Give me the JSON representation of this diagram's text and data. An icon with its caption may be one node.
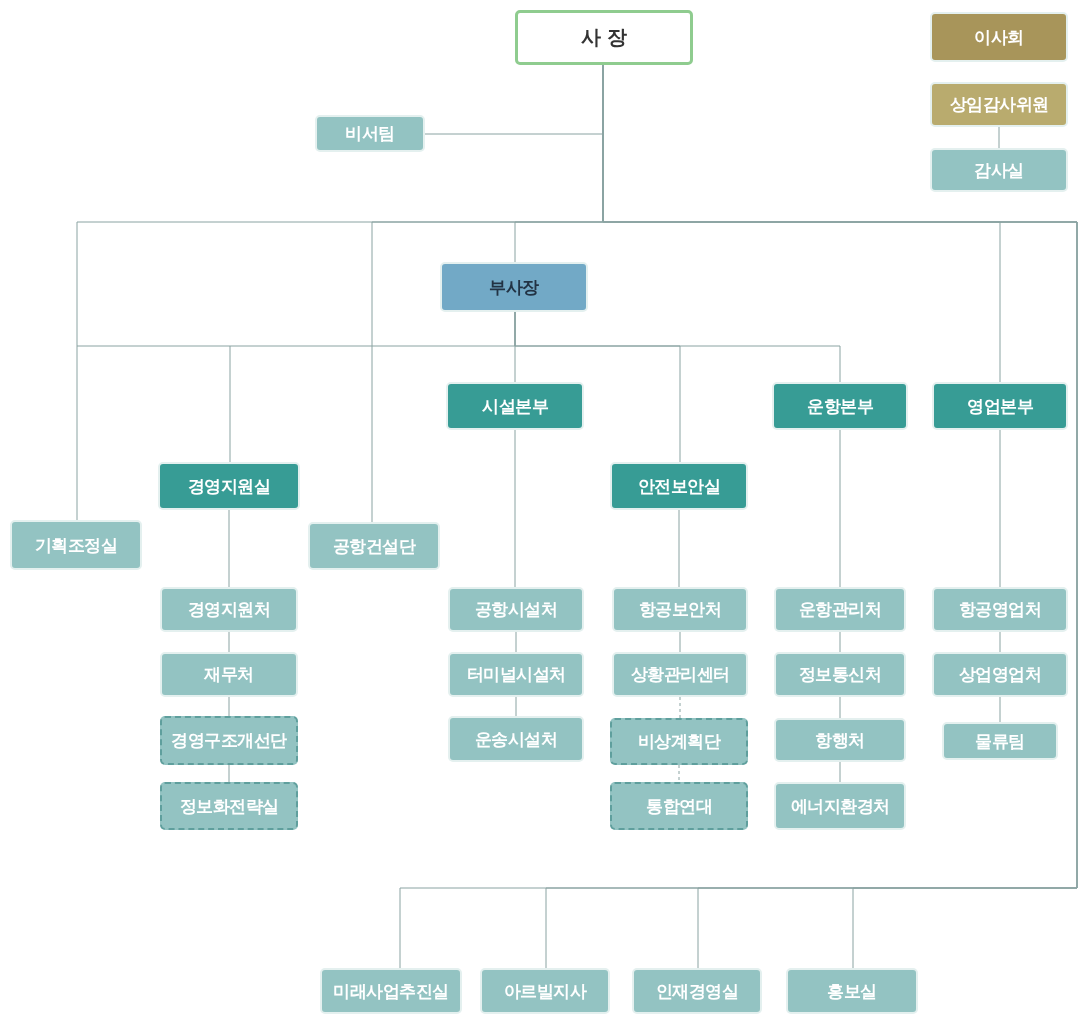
{
  "diagram": {
    "nodes": [
      {
        "text": [
          "사 장"
        ]
      },
      {
        "text": [
          "이사회"
        ]
      },
      {
        "text": [
          "상임감사위원"
        ]
      },
      {
        "text": [
          "감사실"
        ]
      },
      {
        "text": [
          "비서팀"
        ]
      },
      {
        "text": [
          "부사장"
        ]
      },
      {
        "text": [
          "기획조정실"
        ]
      },
      {
        "text": [
          "경영지원실"
        ]
      },
      {
        "text": [
          "공항건설단"
        ]
      },
      {
        "text": [
          "시설본부"
        ]
      },
      {
        "text": [
          "안전보안실"
        ]
      },
      {
        "text": [
          "운항본부"
        ]
      },
      {
        "text": [
          "영업본부"
        ]
      },
      {
        "text": [
          "경영지원처"
        ]
      },
      {
        "text": [
          "재무처"
        ]
      },
      {
        "text": [
          "경영구조개선단"
        ]
      },
      {
        "text": [
          "정보화전략실"
        ]
      },
      {
        "text": [
          "공항시설처"
        ]
      },
      {
        "text": [
          "터미널시설처"
        ]
      },
      {
        "text": [
          "운송시설처"
        ]
      },
      {
        "text": [
          "항공보안처"
        ]
      },
      {
        "text": [
          "상황관리센터"
        ]
      },
      {
        "text": [
          "비상계획단"
        ]
      },
      {
        "text": [
          "통합연대"
        ]
      },
      {
        "text": [
          "운항관리처"
        ]
      },
      {
        "text": [
          "정보통신처"
        ]
      },
      {
        "text": [
          "항행처"
        ]
      },
      {
        "text": [
          "에너지환경처"
        ]
      },
      {
        "text": [
          "항공영업처"
        ]
      },
      {
        "text": [
          "상업영업처"
        ]
      },
      {
        "text": [
          "물류팀"
        ]
      },
      {
        "text": [
          "미래사업추진실"
        ]
      },
      {
        "text": [
          "아르빌지사"
        ]
      },
      {
        "text": [
          "인재경영실"
        ]
      },
      {
        "text": [
          "홍보실"
        ]
      }
    ],
    "edges": [
      {
        "from": 0,
        "to": 4,
        "arrow": "none"
      },
      {
        "from": 0,
        "to": 6,
        "arrow": "none"
      },
      {
        "from": 0,
        "to": 8,
        "arrow": "none"
      },
      {
        "from": 0,
        "to": 5,
        "arrow": "none"
      },
      {
        "from": 0,
        "to": 12,
        "arrow": "none"
      },
      {
        "from": 5,
        "to": 7,
        "arrow": "none"
      },
      {
        "from": 5,
        "to": 9,
        "arrow": "none"
      },
      {
        "from": 5,
        "to": 10,
        "arrow": "none"
      },
      {
        "from": 5,
        "to": 11,
        "arrow": "none"
      },
      {
        "from": 0,
        "to": 31,
        "arrow": "none"
      },
      {
        "from": 0,
        "to": 32,
        "arrow": "none"
      },
      {
        "from": 0,
        "to": 33,
        "arrow": "none"
      },
      {
        "from": 0,
        "to": 34,
        "arrow": "none"
      },
      {
        "from": 2,
        "to": 3,
        "arrow": "none"
      },
      {
        "from": 7,
        "to": 13,
        "arrow": "none"
      },
      {
        "from": 13,
        "to": 14,
        "arrow": "none"
      },
      {
        "from": 14,
        "to": 15,
        "arrow": "none"
      },
      {
        "from": 15,
        "to": 16,
        "arrow": "none"
      },
      {
        "from": 9,
        "to": 17,
        "arrow": "none"
      },
      {
        "from": 17,
        "to": 18,
        "arrow": "none"
      },
      {
        "from": 18,
        "to": 19,
        "arrow": "none"
      },
      {
        "from": 10,
        "to": 20,
        "arrow": "none"
      },
      {
        "from": 20,
        "to": 21,
        "arrow": "none"
      },
      {
        "from": 21,
        "to": 22,
        "arrow": "none",
        "style": "dashed"
      },
      {
        "from": 22,
        "to": 23,
        "arrow": "none",
        "style": "dashed"
      },
      {
        "from": 11,
        "to": 24,
        "arrow": "none"
      },
      {
        "from": 24,
        "to": 25,
        "arrow": "none"
      },
      {
        "from": 25,
        "to": 26,
        "arrow": "none"
      },
      {
        "from": 26,
        "to": 27,
        "arrow": "none"
      },
      {
        "from": 12,
        "to": 28,
        "arrow": "none"
      },
      {
        "from": 28,
        "to": 29,
        "arrow": "none"
      },
      {
        "from": 29,
        "to": 30,
        "arrow": "none"
      }
    ]
  }
}
